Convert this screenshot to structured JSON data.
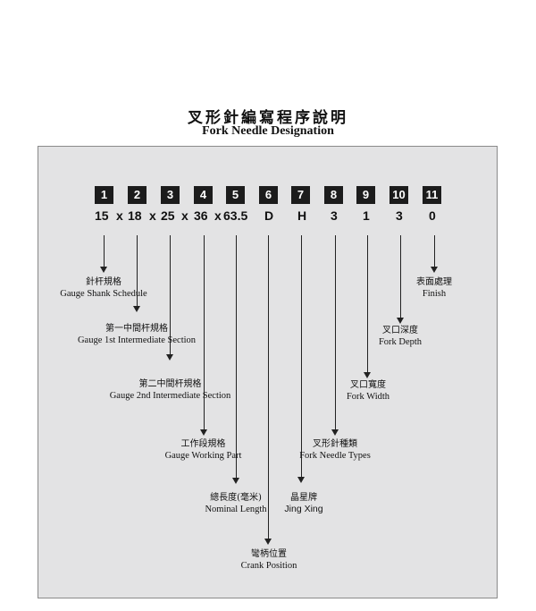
{
  "title_cn": "叉形針編寫程序說明",
  "title_en": "Fork Needle Designation",
  "boxes": [
    "1",
    "2",
    "3",
    "4",
    "5",
    "6",
    "7",
    "8",
    "9",
    "10",
    "11"
  ],
  "code": {
    "v1": "15",
    "x1": "x",
    "v2": "18",
    "x2": "x",
    "v3": "25",
    "x3": "x",
    "v4": "36",
    "x4": "x",
    "v5": "63.5",
    "v6": "D",
    "v7": "H",
    "v8": "3",
    "v9": "1",
    "v10": "3",
    "v11": "0"
  },
  "labels": {
    "shank": {
      "cn": "針杆規格",
      "en": "Gauge Shank Schedule"
    },
    "first": {
      "cn": "第一中間杆規格",
      "en": "Gauge 1st Intermediate Section"
    },
    "second": {
      "cn": "第二中間杆規格",
      "en": "Gauge 2nd Intermediate Section"
    },
    "working": {
      "cn": "工作段規格",
      "en": "Gauge Working Part"
    },
    "nominal": {
      "cn": "總長度(毫米)",
      "en": "Nominal Length"
    },
    "crank": {
      "cn": "彎柄位置",
      "en": "Crank Position"
    },
    "brand": {
      "cn": "晶星牌",
      "en": "Jing Xing"
    },
    "types": {
      "cn": "叉形針種類",
      "en": "Fork Needle Types"
    },
    "width": {
      "cn": "叉口寬度",
      "en": "Fork Width"
    },
    "depth": {
      "cn": "叉口深度",
      "en": "Fork Depth"
    },
    "finish": {
      "cn": "表面處理",
      "en": "Finish"
    }
  }
}
